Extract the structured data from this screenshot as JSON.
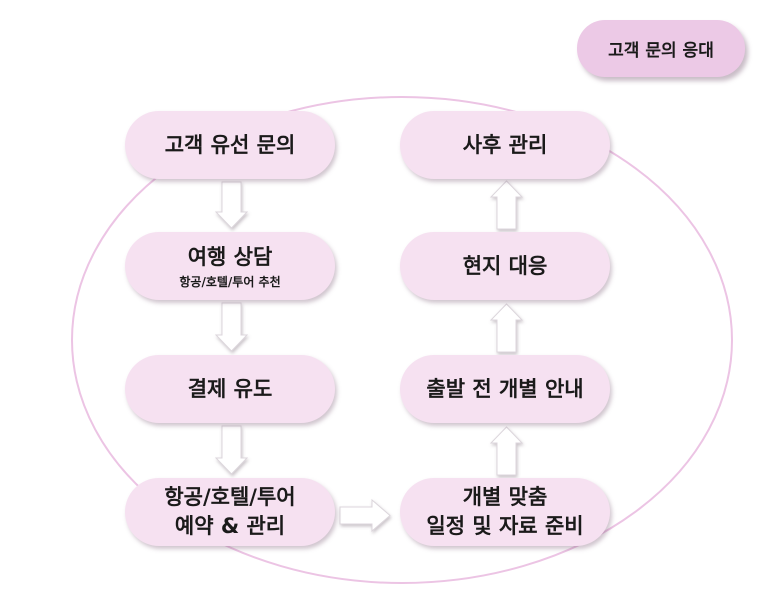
{
  "badge": {
    "label": "고객 문의 응대"
  },
  "left_column": [
    {
      "label": "고객 유선 문의"
    },
    {
      "label": "여행 상담",
      "sublabel": "항공/호텔/투어 추천"
    },
    {
      "label": "결제 유도"
    },
    {
      "label": "항공/호텔/투어",
      "label2": "예약 & 관리"
    }
  ],
  "right_column": [
    {
      "label": "사후 관리"
    },
    {
      "label": "현지 대응"
    },
    {
      "label": "출발 전 개별 안내"
    },
    {
      "label": "개별 맞춤",
      "label2": "일정 및 자료 준비"
    }
  ],
  "colors": {
    "node_fill": "#f6e1f1",
    "badge_fill": "#ecc9e6",
    "circle_stroke": "#ecc4e4",
    "arrow_fill": "#ffffff",
    "arrow_stroke": "#dcd6dc"
  }
}
